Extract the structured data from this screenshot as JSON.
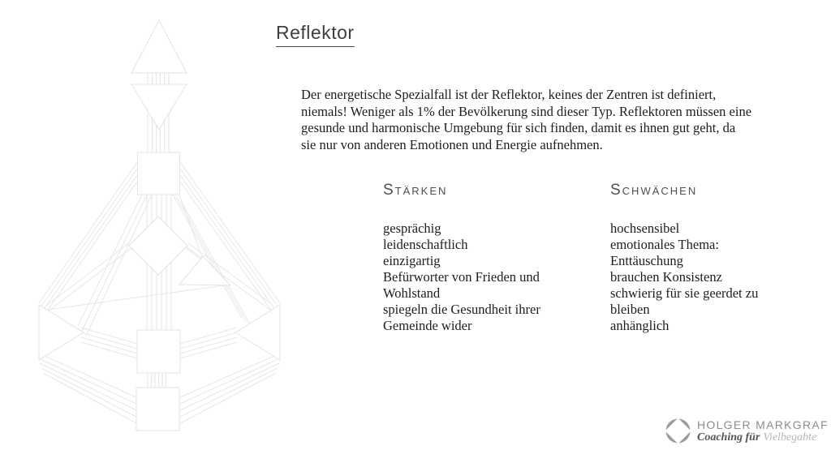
{
  "slide": {
    "title": "Reflektor",
    "intro_lines": [
      "Der energetische Spezialfall ist der Reflektor, keines der Zentren ist definiert,",
      "niemals! Weniger als 1% der Bevölkerung sind dieser Typ. Reflektoren müssen eine",
      "gesunde und harmonische Umgebung für sich finden, damit es ihnen gut geht, da",
      "sie nur von anderen Emotionen und Energie aufnehmen."
    ],
    "strengths": {
      "heading": "Stärken",
      "items": [
        "gesprächig",
        "leidenschaftlich",
        "einzigartig",
        "Befürworter von Frieden und Wohlstand",
        "spiegeln die Gesundheit ihrer Gemeinde wider"
      ]
    },
    "weaknesses": {
      "heading": "Schwächen",
      "items": [
        "hochsensibel",
        "emotionales Thema: Enttäuschung",
        "brauchen Konsistenz",
        "schwierig für sie geerdet zu bleiben",
        "anhänglich"
      ]
    }
  },
  "bodygraph": {
    "type": "human-design-bodygraph",
    "centers": [
      "head",
      "ajna",
      "throat",
      "g-center",
      "heart",
      "spleen",
      "solar-plexus",
      "sacral",
      "root"
    ],
    "stroke_color": "#e6e6eb"
  },
  "logo": {
    "wordmark": "HOLGER MARKGRAF",
    "tagline_prefix": "Coaching für",
    "tagline_emphasis": "Vielbegabte"
  },
  "colors": {
    "background": "#ffffff",
    "title": "#3e3e3e",
    "body_text": "#1d1d1d",
    "column_heading": "#4f4f4f",
    "graph_stroke": "#e6e6eb",
    "logo_gray": "#9a9a9a",
    "tagline_dark": "#555555",
    "tagline_light": "#b5b5b5"
  }
}
